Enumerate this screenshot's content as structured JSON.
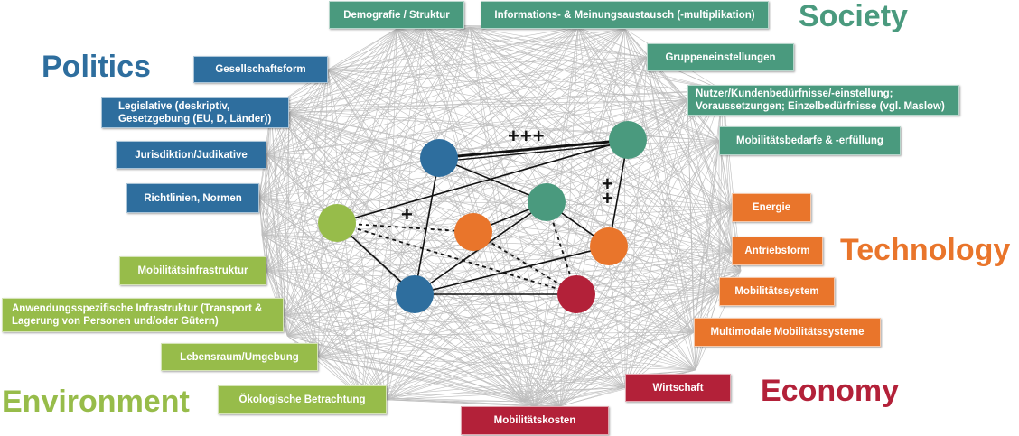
{
  "categories": [
    {
      "key": "politics",
      "label": "Politics",
      "color": "#2e6e9e"
    },
    {
      "key": "society",
      "label": "Society",
      "color": "#4a9a7e"
    },
    {
      "key": "technology",
      "label": "Technology",
      "color": "#e9752b"
    },
    {
      "key": "economy",
      "label": "Economy",
      "color": "#b32139"
    },
    {
      "key": "environment",
      "label": "Environment",
      "color": "#97bc4a"
    }
  ],
  "factors": {
    "politics": [
      {
        "id": "gesellschaftsform",
        "label": "Gesellschaftsform"
      },
      {
        "id": "legislative",
        "label": "Legislative (deskriptiv,\nGesetzgebung (EU, D, Länder))"
      },
      {
        "id": "jurisdiktion",
        "label": "Jurisdiktion/Judikative"
      },
      {
        "id": "richtlinien",
        "label": "Richtlinien, Normen"
      }
    ],
    "society": [
      {
        "id": "demografie",
        "label": "Demografie / Struktur"
      },
      {
        "id": "informationsaustausch",
        "label": "Informations- & Meinungsaustausch (-multiplikation)"
      },
      {
        "id": "gruppeneinstellungen",
        "label": "Gruppeneinstellungen"
      },
      {
        "id": "nutzerbeduerfnisse",
        "label": "Nutzer/Kundenbedürfnisse/-einstellung;\nVoraussetzungen; Einzelbedürfnisse (vgl. Maslow)"
      },
      {
        "id": "mobilitaetsbedarfe",
        "label": "Mobilitätsbedarfe & -erfüllung"
      }
    ],
    "technology": [
      {
        "id": "energie",
        "label": "Energie"
      },
      {
        "id": "antriebsform",
        "label": "Antriebsform"
      },
      {
        "id": "mobilitaetssystem",
        "label": "Mobilitätssystem"
      },
      {
        "id": "multimodale",
        "label": "Multimodale Mobilitätssysteme"
      }
    ],
    "economy": [
      {
        "id": "wirtschaft",
        "label": "Wirtschaft"
      },
      {
        "id": "mobilitaetskosten",
        "label": "Mobilitätskosten"
      }
    ],
    "environment": [
      {
        "id": "mobilitaetsinfrastruktur",
        "label": "Mobilitätsinfrastruktur"
      },
      {
        "id": "anwendungsinfrastruktur",
        "label": "Anwendungsspezifische Infrastruktur (Transport &\nLagerung von Personen und/oder Gütern)"
      },
      {
        "id": "lebensraum",
        "label": "Lebensraum/Umgebung"
      },
      {
        "id": "oekologische",
        "label": "Ökologische Betrachtung"
      }
    ]
  },
  "network_nodes": [
    {
      "id": "n_blue_top",
      "category": "politics"
    },
    {
      "id": "n_green_top",
      "category": "society"
    },
    {
      "id": "n_green_mid",
      "category": "society"
    },
    {
      "id": "n_lime",
      "category": "environment"
    },
    {
      "id": "n_orange_mid",
      "category": "technology"
    },
    {
      "id": "n_orange_right",
      "category": "technology"
    },
    {
      "id": "n_blue_bottom",
      "category": "politics"
    },
    {
      "id": "n_red",
      "category": "economy"
    }
  ],
  "network_links": [
    {
      "from": "n_blue_top",
      "to": "n_green_top",
      "style": "bold",
      "label": "+++"
    },
    {
      "from": "n_green_top",
      "to": "n_orange_right",
      "style": "solid",
      "label": "+\n+"
    },
    {
      "from": "n_lime",
      "to": "n_orange_mid",
      "style": "dashed",
      "label": "+"
    },
    {
      "from": "n_blue_top",
      "to": "n_green_mid",
      "style": "solid"
    },
    {
      "from": "n_blue_top",
      "to": "n_blue_bottom",
      "style": "solid"
    },
    {
      "from": "n_lime",
      "to": "n_green_top",
      "style": "solid"
    },
    {
      "from": "n_lime",
      "to": "n_blue_bottom",
      "style": "solid"
    },
    {
      "from": "n_lime",
      "to": "n_red",
      "style": "dashed"
    },
    {
      "from": "n_green_mid",
      "to": "n_orange_mid",
      "style": "solid"
    },
    {
      "from": "n_green_mid",
      "to": "n_blue_bottom",
      "style": "solid"
    },
    {
      "from": "n_green_mid",
      "to": "n_red",
      "style": "dashed"
    },
    {
      "from": "n_green_mid",
      "to": "n_orange_right",
      "style": "solid"
    },
    {
      "from": "n_blue_bottom",
      "to": "n_red",
      "style": "solid"
    },
    {
      "from": "n_blue_bottom",
      "to": "n_orange_right",
      "style": "solid"
    },
    {
      "from": "n_orange_mid",
      "to": "n_red",
      "style": "dashed"
    }
  ]
}
